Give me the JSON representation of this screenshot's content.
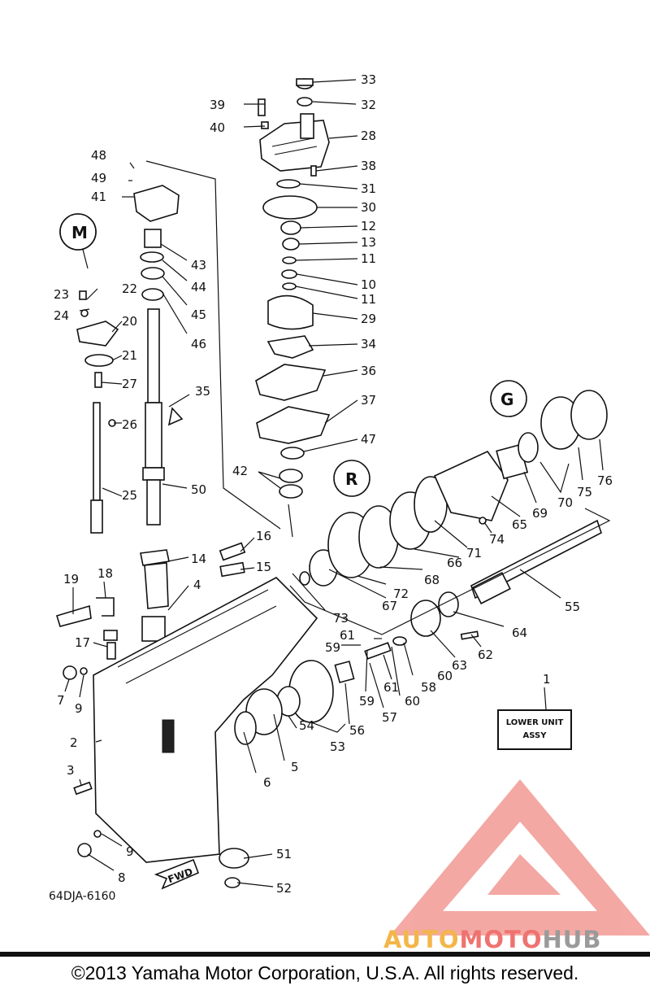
{
  "diagram": {
    "code": "64DJA-6160",
    "assembly_label_line1": "LOWER UNIT",
    "assembly_label_line2": "ASSY",
    "fwd_label": "FWD",
    "callouts": {
      "c1": "1",
      "c2": "2",
      "c3": "3",
      "c4": "4",
      "c5": "5",
      "c6": "6",
      "c7": "7",
      "c8": "8",
      "c9a": "9",
      "c9b": "9",
      "c10": "10",
      "c11a": "11",
      "c11b": "11",
      "c12": "12",
      "c13": "13",
      "c14": "14",
      "c15": "15",
      "c16": "16",
      "c17": "17",
      "c18": "18",
      "c19": "19",
      "c20": "20",
      "c21": "21",
      "c22": "22",
      "c23": "23",
      "c24": "24",
      "c25": "25",
      "c26": "26",
      "c27": "27",
      "c28": "28",
      "c29": "29",
      "c30": "30",
      "c31": "31",
      "c32": "32",
      "c33": "33",
      "c34": "34",
      "c35": "35",
      "c36": "36",
      "c37": "37",
      "c38": "38",
      "c39": "39",
      "c40": "40",
      "c41": "41",
      "c42": "42",
      "c43": "43",
      "c44": "44",
      "c45": "45",
      "c46": "46",
      "c47": "47",
      "c48": "48",
      "c49": "49",
      "c50": "50",
      "c51": "51",
      "c52": "52",
      "c53": "53",
      "c54": "54",
      "c55": "55",
      "c56": "56",
      "c57": "57",
      "c58": "58",
      "c59a": "59",
      "c59b": "59",
      "c60a": "60",
      "c60b": "60",
      "c61a": "61",
      "c61b": "61",
      "c62": "62",
      "c63": "63",
      "c64": "64",
      "c65": "65",
      "c66": "66",
      "c67": "67",
      "c68": "68",
      "c69": "69",
      "c70": "70",
      "c71": "71",
      "c72": "72",
      "c73": "73",
      "c74": "74",
      "c75": "75",
      "c76": "76"
    },
    "grease_marks": {
      "left": "M",
      "middle": "R",
      "right": "G"
    }
  },
  "watermark": {
    "part1": "AUTO",
    "part2": "MOTO",
    "part3": "HUB",
    "color_yellow": "#f3b64a",
    "color_red": "#ee7370",
    "color_gray": "#9a9a9a"
  },
  "footer": {
    "copyright": "©2013 Yamaha Motor Corporation, U.S.A. All rights reserved."
  }
}
